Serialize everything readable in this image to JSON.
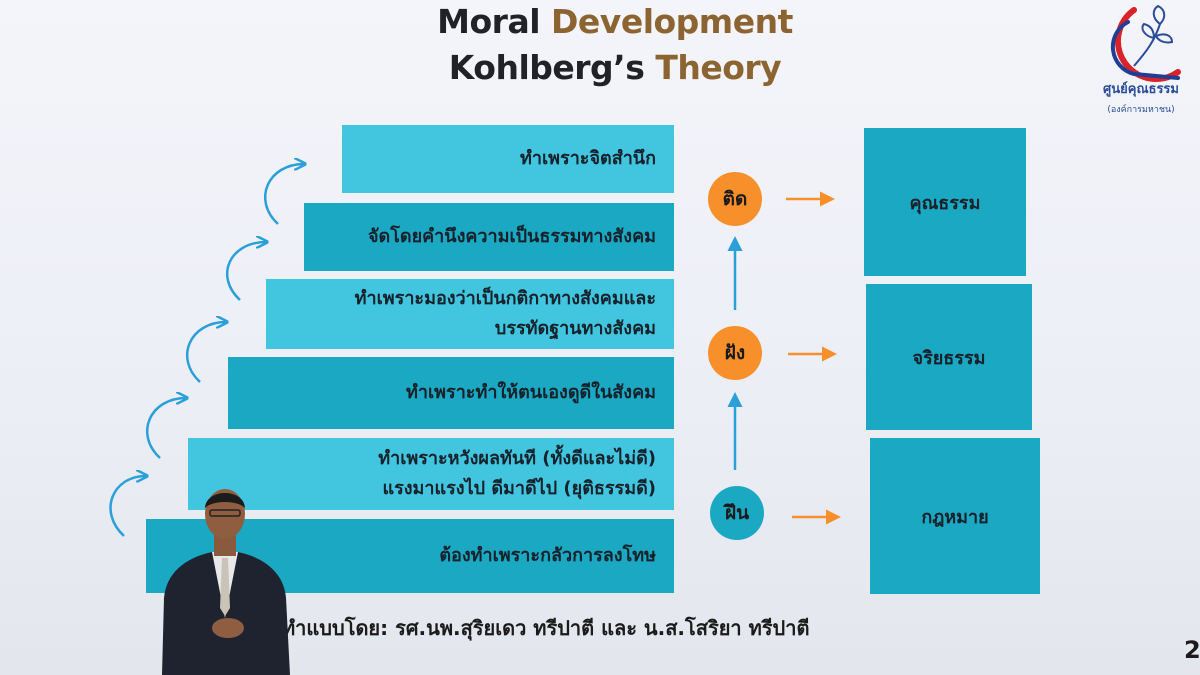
{
  "title": {
    "line1_word1": "Moral",
    "line1_word2": "Development",
    "line2_word1": "Kohlberg’s",
    "line2_word2": "Theory"
  },
  "logo": {
    "name": "ศูนย์คุณธรรม",
    "subtitle": "(องค์การมหาชน)",
    "icon": "lotus-flower-logo"
  },
  "stages": [
    {
      "lines": [
        "ทำเพราะจิตสำนึก"
      ],
      "shade": "light"
    },
    {
      "lines": [
        "จัดโดยคำนึงความเป็นธรรมทางสังคม"
      ],
      "shade": "dark"
    },
    {
      "lines": [
        "ทำเพราะมองว่าเป็นกติกาทางสังคมและ",
        "บรรทัดฐานทางสังคม"
      ],
      "shade": "light"
    },
    {
      "lines": [
        "ทำเพราะทำให้ตนเองดูดีในสังคม"
      ],
      "shade": "dark"
    },
    {
      "lines": [
        "ทำเพราะหวังผลทันที (ทั้งดีและไม่ดี)",
        "แรงมาแรงไป ดีมาดีไป (ยุติธรรมดี)"
      ],
      "shade": "light"
    },
    {
      "lines": [
        "ต้องทำเพราะกลัวการลงโทษ"
      ],
      "shade": "dark"
    }
  ],
  "process": [
    {
      "label": "ติด",
      "color": "orange"
    },
    {
      "label": "ฝัง",
      "color": "orange"
    },
    {
      "label": "ฝึน",
      "color": "teal"
    }
  ],
  "outcomes": [
    "คุณธรรม",
    "จริยธรรม",
    "กฎหมาย"
  ],
  "footer": "ทำแบบโดย: รศ.นพ.สุริยเดว ทรีปาตี และ น.ส.โสริยา ทรีปาตี",
  "page_number": "2",
  "colors": {
    "light_step": "#42c6e0",
    "dark_step": "#1ba8c3",
    "orange": "#f7902a",
    "arrow_blue": "#2a9fd8",
    "title_brown": "#8c6431"
  }
}
